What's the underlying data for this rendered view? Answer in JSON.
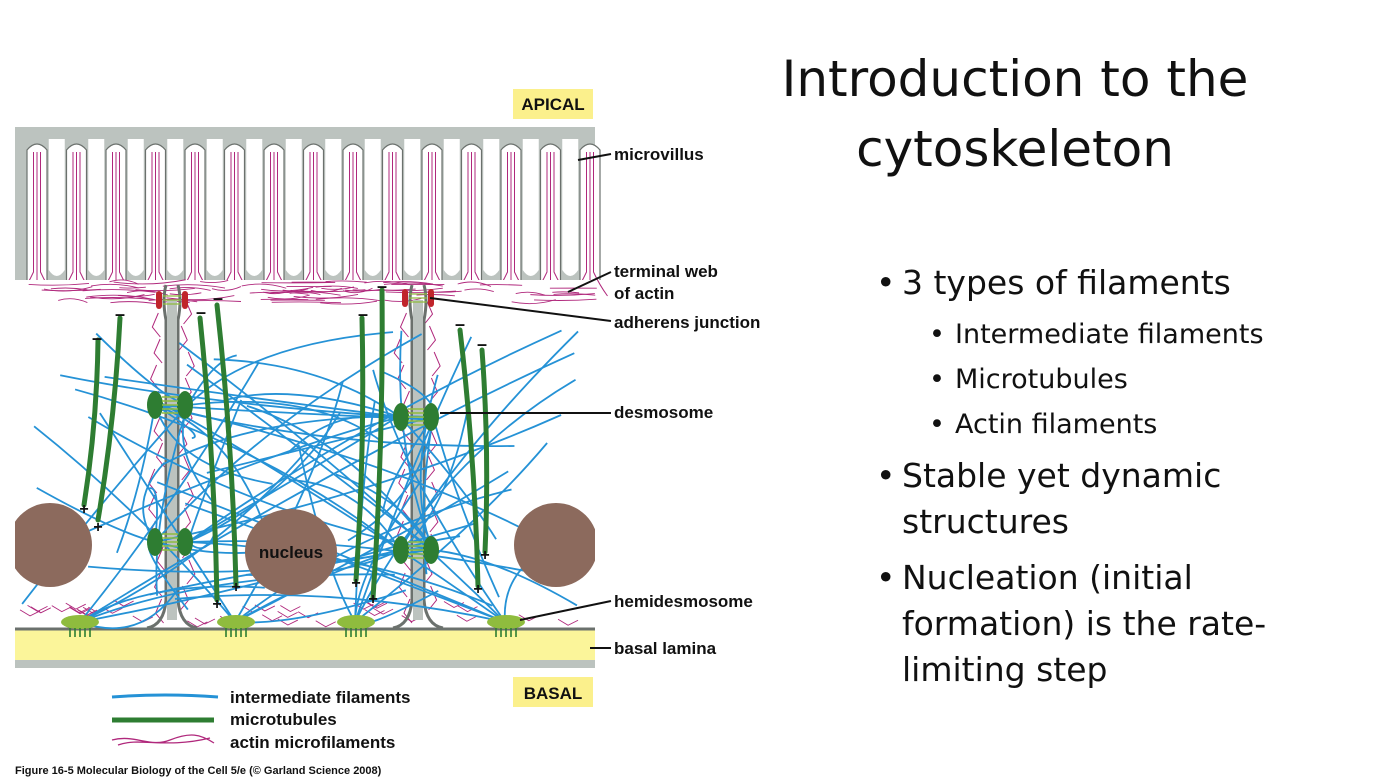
{
  "slide": {
    "title_line1": "Introduction to the",
    "title_line2": "cytoskeleton",
    "bullets": [
      {
        "text": "3 types of filaments",
        "sub": [
          "Intermediate filaments",
          "Microtubules",
          "Actin filaments"
        ]
      },
      {
        "text": "Stable yet dynamic structures"
      },
      {
        "text": "Nucleation (initial formation) is the rate-limiting step"
      }
    ]
  },
  "figure": {
    "apical": "APICAL",
    "basal": "BASAL",
    "nucleus": "nucleus",
    "callouts": {
      "microvillus": "microvillus",
      "terminal_web_1": "terminal web",
      "terminal_web_2": "of actin",
      "adherens": "adherens junction",
      "desmosome": "desmosome",
      "hemidesmosome": "hemidesmosome",
      "basal_lamina": "basal lamina"
    },
    "legend": {
      "intermediate": "intermediate filaments",
      "microtubules": "microtubules",
      "actin": "actin microfilaments"
    },
    "minus": "–",
    "plus": "+",
    "caption": "Figure 16-5  Molecular Biology of the Cell 5/e (© Garland Science 2008)",
    "colors": {
      "membrane": "#bcc3bf",
      "membrane_dark": "#6b716d",
      "basal_lamina": "#fbf59a",
      "label_box": "#fbf08c",
      "actin": "#b0287c",
      "intermediate": "#2592d6",
      "microtubule": "#2e7d32",
      "desmosome": "#2e7d32",
      "hemidesmosome": "#8fbc3e",
      "adherens": "#c0252b",
      "nucleus": "#8c6a5d"
    }
  }
}
